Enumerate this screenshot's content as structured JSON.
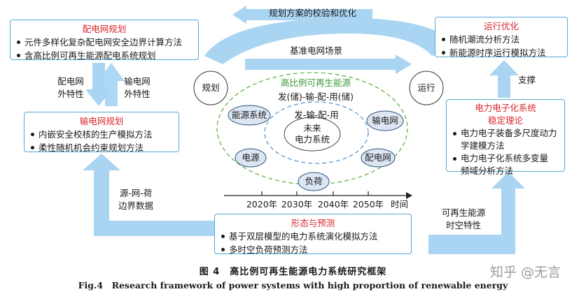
{
  "top_arrow_label": "规划方案的校验和优化",
  "mid_arrow_label": "基准电网场景",
  "left_planning": {
    "distribution": {
      "title": "配电网规划",
      "items": [
        "元件多样化复杂配电网安全边界计算方法",
        "含高比例可再生能源配电系统规划"
      ]
    },
    "transmission": {
      "title": "输电网规划",
      "items": [
        "内嵌安全校核的生产模拟方法",
        "柔性随机机会约束规划方法"
      ]
    },
    "arrow_labels": {
      "up": [
        "配电网",
        "外特性"
      ],
      "down": [
        "输电网",
        "外特性"
      ],
      "boundary": [
        "源-网-荷",
        "边界数据"
      ]
    }
  },
  "right_operation": {
    "operation_opt": {
      "title": "运行优化",
      "items": [
        "随机潮流分析方法",
        "新能源时序运行模拟方法"
      ]
    },
    "power_electronics": {
      "title_lines": [
        "电力电子化系统",
        "稳定理论"
      ],
      "items": [
        [
          "电力电子装备多尺度动力",
          "学建模方法"
        ],
        [
          "电力电子化系统多变量",
          "频域分析方法"
        ]
      ]
    },
    "support_label": "支撑",
    "renewable_label": [
      "可再生能源",
      "时空特性"
    ]
  },
  "center": {
    "left_node": "规划",
    "right_node": "运行",
    "outer_label": "高比例可再生能源",
    "outer_chain": "发(储)-输-配-用(储)",
    "inner_chain": "发-输-配-用",
    "core_lines": [
      "未来",
      "电力系统"
    ],
    "nodes": [
      "能源系统",
      "输电网",
      "电源",
      "配电网",
      "负荷"
    ],
    "timeline": [
      "2020年",
      "2030年",
      "2040年",
      "2050年",
      "时间"
    ]
  },
  "bottom_forecast": {
    "title": "形态与预测",
    "items": [
      "基于双层模型的电力系统演化模拟方法",
      "多时空负荷预测方法"
    ]
  },
  "caption_cn": "图 4　高比例可再生能源电力系统研究框架",
  "caption_en": "Fig.4　Research framework of power systems with high proportion of renewable energy",
  "watermark": "知乎 @无言",
  "colors": {
    "arrow": "#a9d5f2",
    "box_border": "#55a8d8",
    "title_red": "#d9262b",
    "outer_ellipse": "#62b44a",
    "inner_ellipse": "#5b9bd5",
    "node_fill": "#dce6f3",
    "node_stroke": "#2c4f7c"
  }
}
